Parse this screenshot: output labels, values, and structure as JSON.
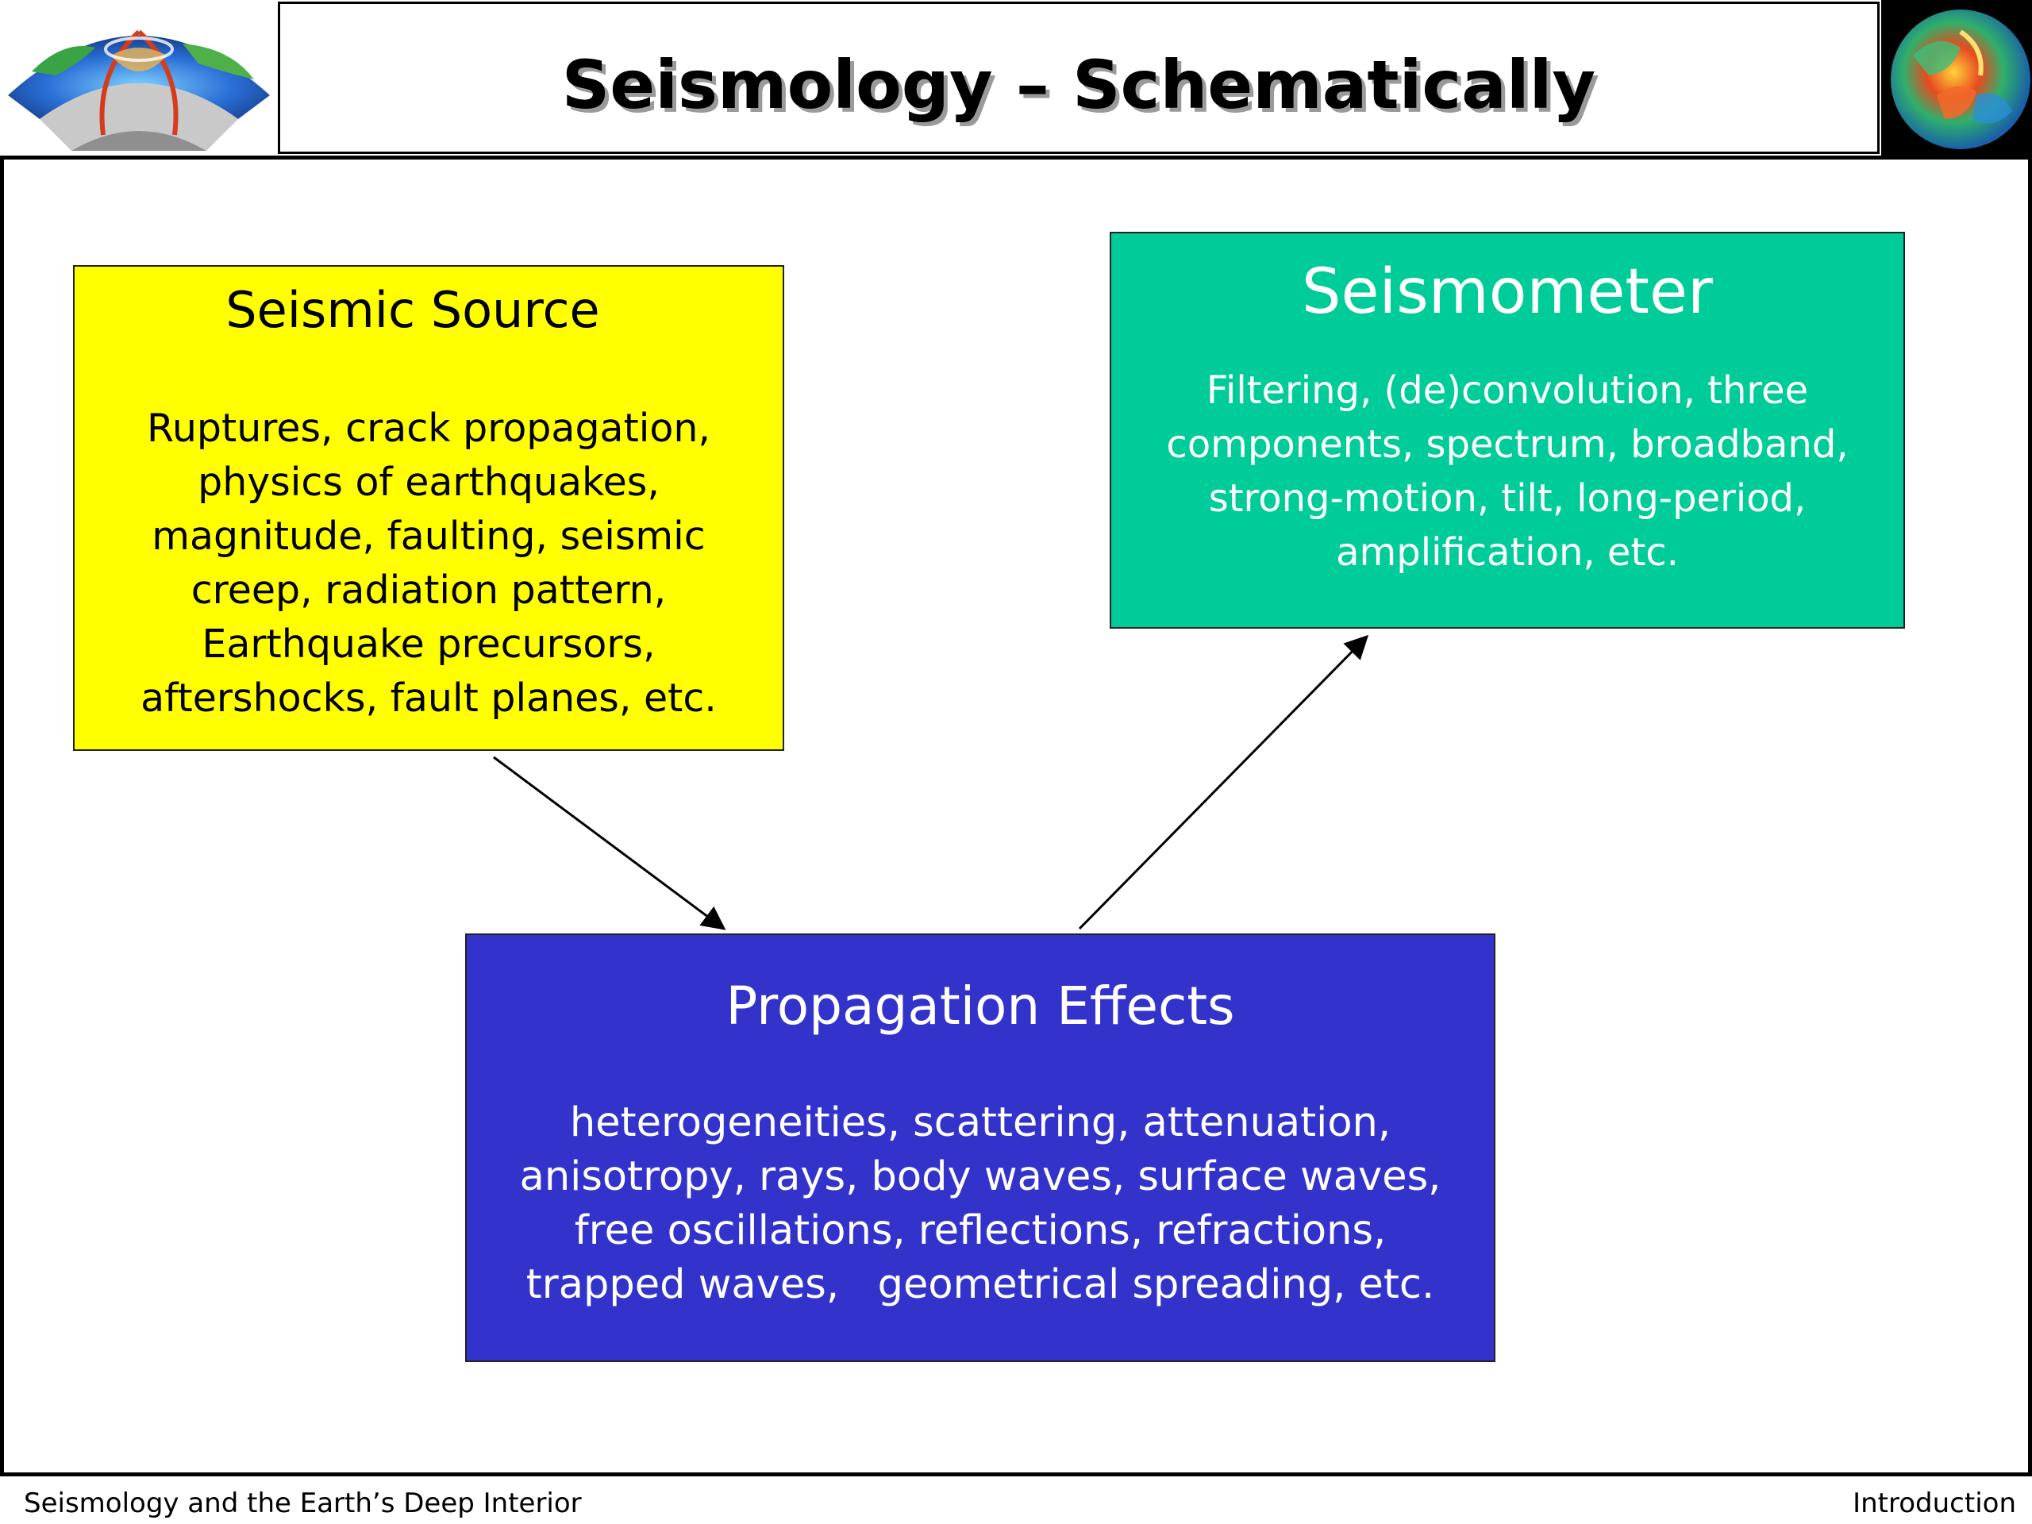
{
  "slide": {
    "title": "Seismology – Schematically"
  },
  "boxes": {
    "source": {
      "title": "Seismic Source",
      "lines": [
        "Ruptures, crack propagation,",
        "physics of earthquakes,",
        "magnitude, faulting, seismic",
        "creep, radiation pattern,",
        "Earthquake precursors,",
        "aftershocks, fault planes, etc."
      ],
      "color": "#ffff00"
    },
    "seismometer": {
      "title": "Seismometer",
      "lines": [
        "Filtering, (de)convolution, three",
        "components, spectrum, broadband,",
        "strong-motion, tilt, long-period,",
        "amplification, etc."
      ],
      "color": "#00cc99"
    },
    "propagation": {
      "title": "Propagation Effects",
      "lines": [
        "heterogeneities, scattering, attenuation,",
        "anisotropy, rays, body waves, surface waves,",
        "free oscillations, reflections, refractions,",
        "trapped waves,   geometrical spreading, etc."
      ],
      "color": "#3333cc"
    }
  },
  "footer": {
    "left": "Seismology and the Earth’s Deep Interior",
    "right": "Introduction"
  },
  "icons": {
    "left_logo": "earth-cross-section-icon",
    "right_logo": "globe-tomography-icon"
  }
}
